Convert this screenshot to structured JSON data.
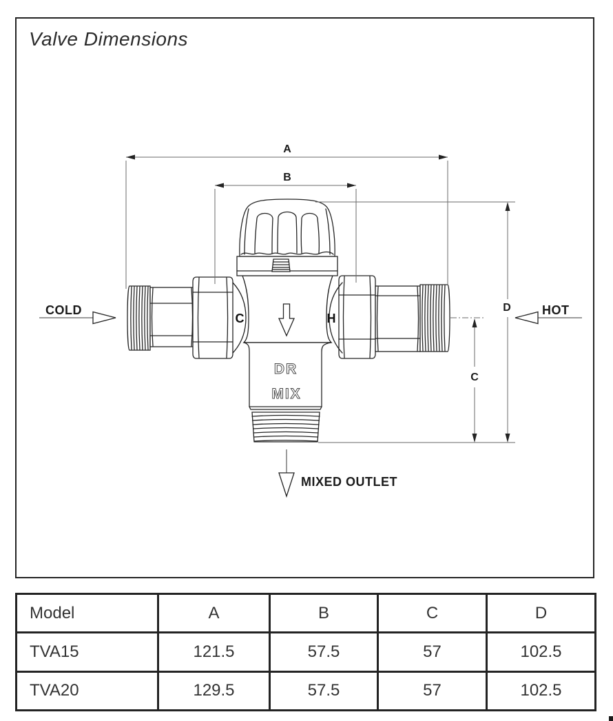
{
  "title": "Valve Dimensions",
  "diagram": {
    "dims": {
      "a": "A",
      "b": "B",
      "c": "C",
      "d": "D"
    },
    "flow": {
      "cold": "COLD",
      "hot": "HOT",
      "mixed": "MIXED OUTLET"
    },
    "ports": {
      "cold": "C",
      "hot": "H"
    },
    "engravings": {
      "dr": "DR",
      "mix": "MIX"
    }
  },
  "colors": {
    "line": "#232323",
    "dimension_line": "#6a6a6a",
    "background": "#ffffff"
  },
  "table": {
    "headers": [
      "Model",
      "A",
      "B",
      "C",
      "D"
    ],
    "rows": [
      [
        "TVA15",
        "121.5",
        "57.5",
        "57",
        "102.5"
      ],
      [
        "TVA20",
        "129.5",
        "57.5",
        "57",
        "102.5"
      ]
    ]
  }
}
